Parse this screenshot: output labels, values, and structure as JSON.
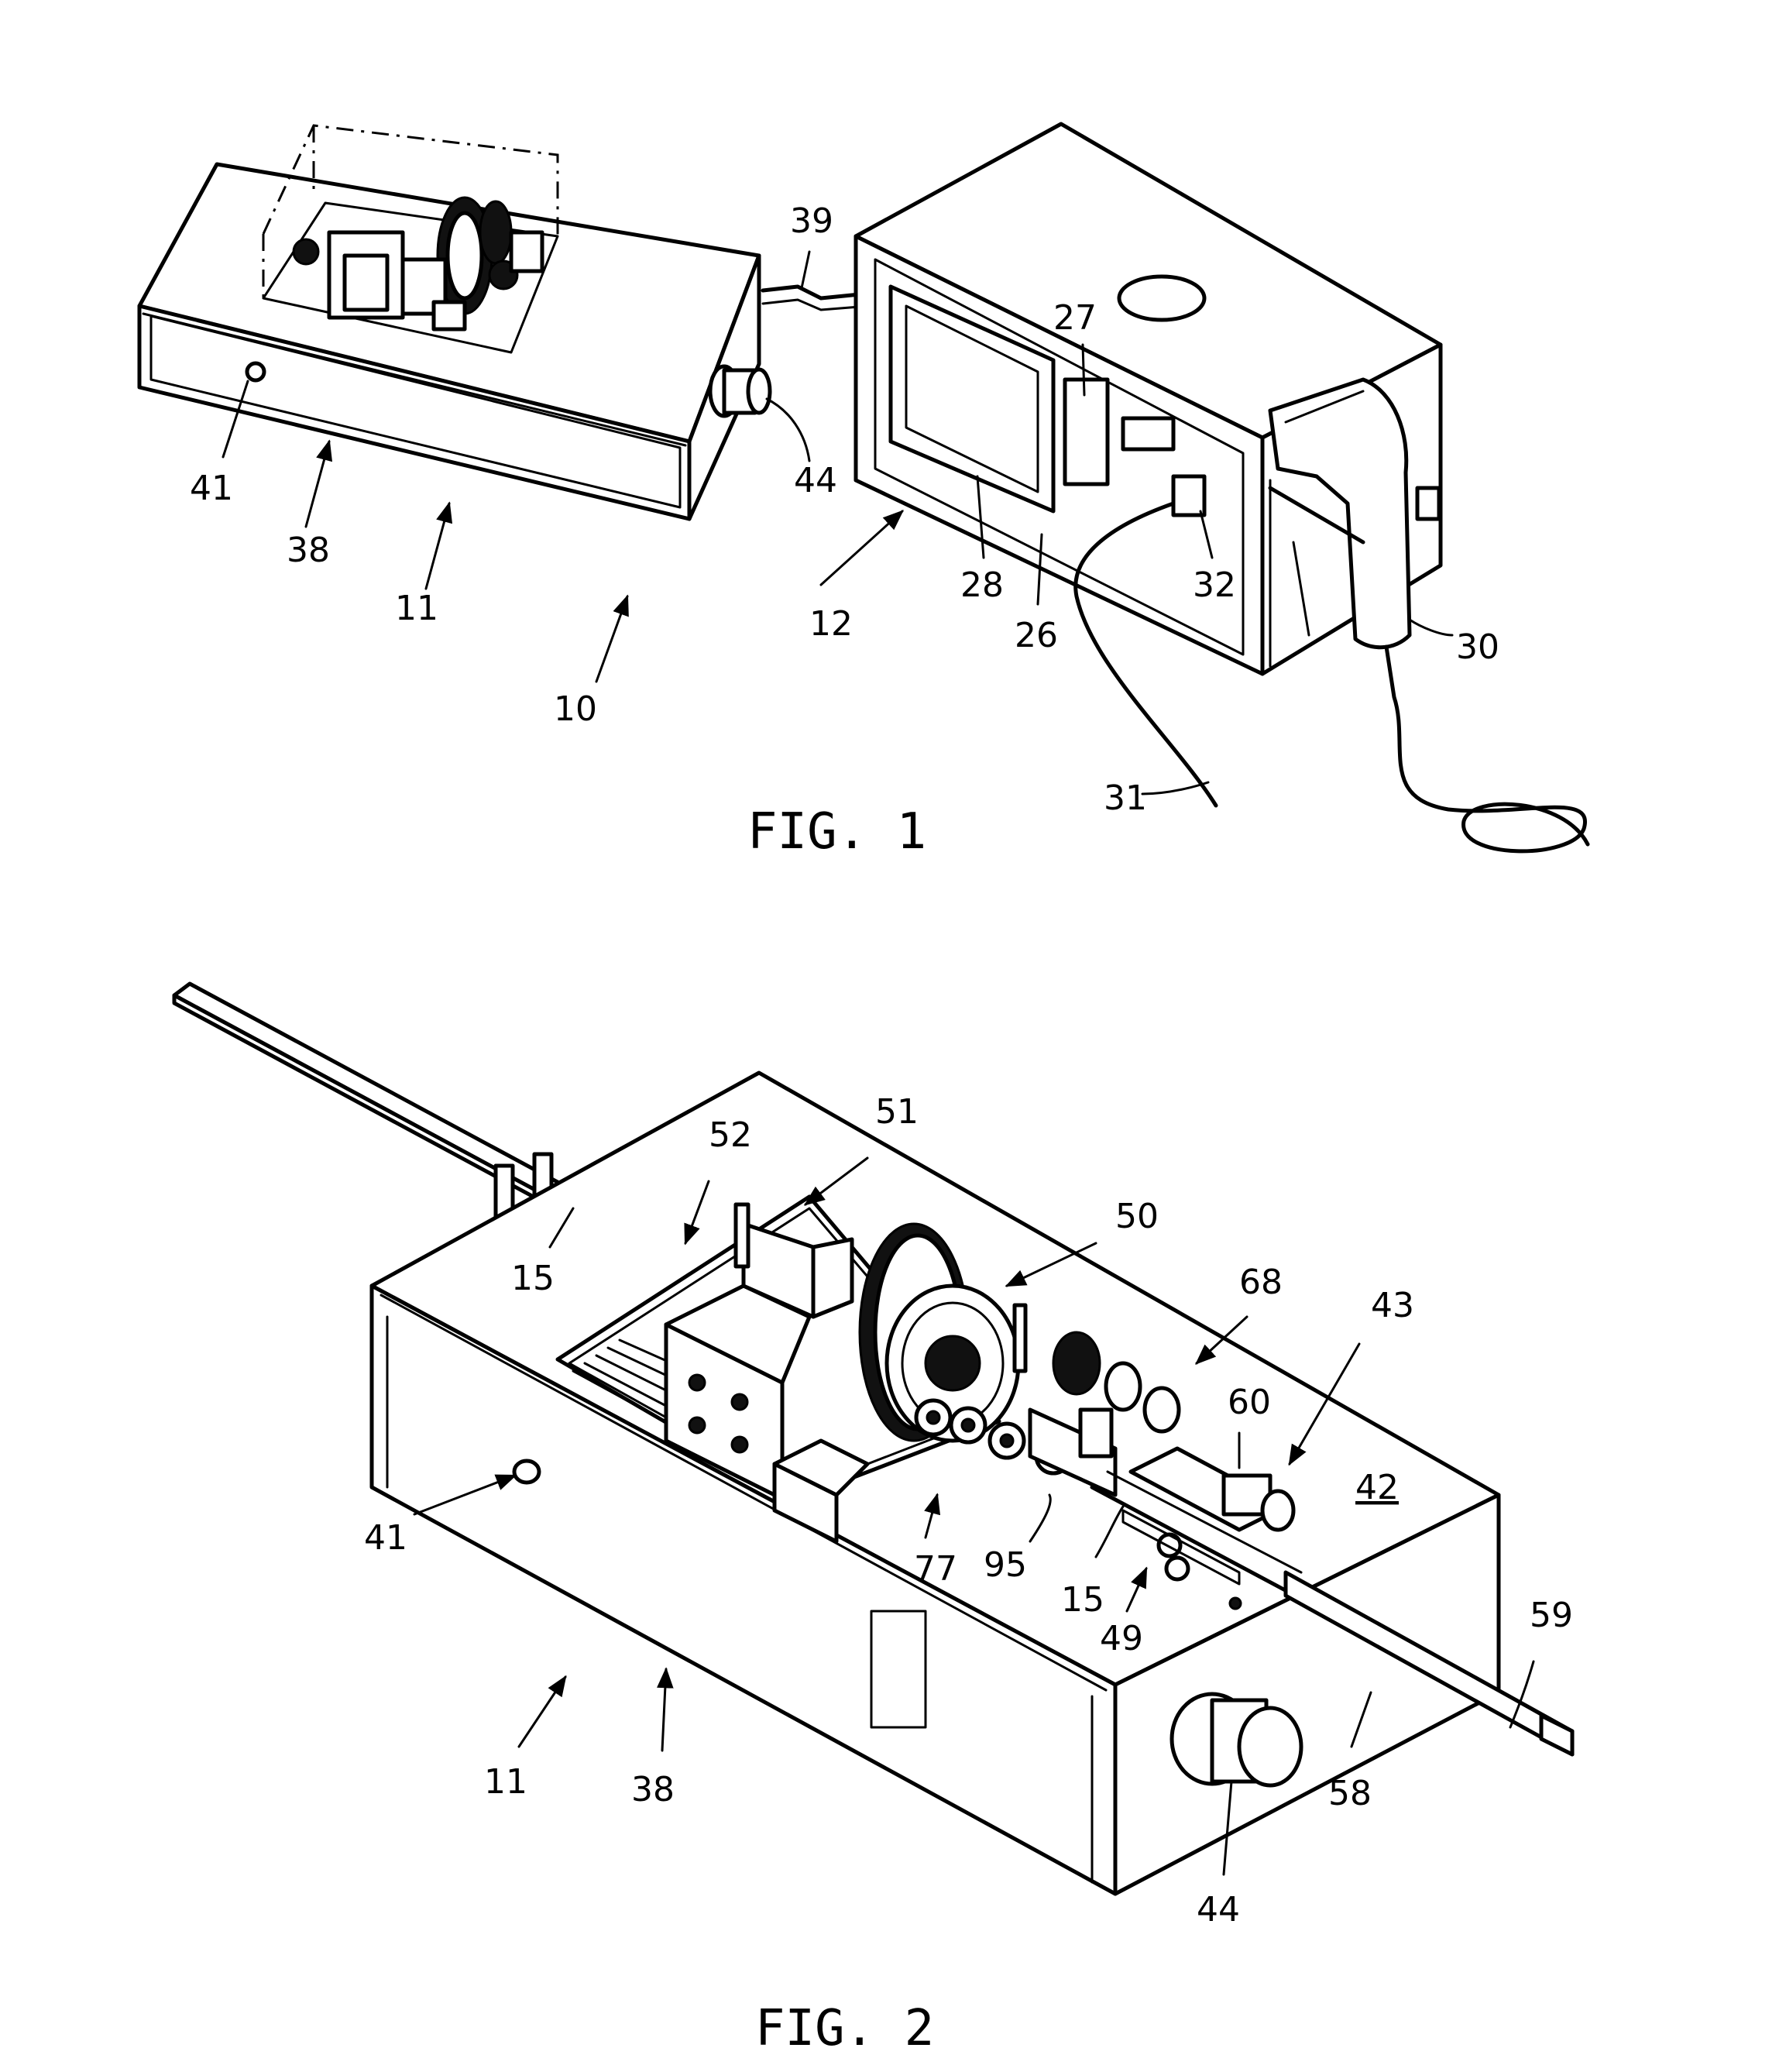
{
  "figures": [
    {
      "caption": "FIG. 1",
      "reference_numerals": [
        "10",
        "11",
        "12",
        "26",
        "27",
        "28",
        "30",
        "31",
        "32",
        "38",
        "39",
        "41",
        "44"
      ]
    },
    {
      "caption": "FIG. 2",
      "reference_numerals": [
        "11",
        "15",
        "15",
        "38",
        "41",
        "42",
        "43",
        "44",
        "49",
        "50",
        "51",
        "52",
        "58",
        "59",
        "60",
        "68",
        "77",
        "95"
      ]
    }
  ],
  "fig1": {
    "caption": "FIG. 1",
    "labels": {
      "l10": "10",
      "l11": "11",
      "l12": "12",
      "l26": "26",
      "l27": "27",
      "l28": "28",
      "l30": "30",
      "l31": "31",
      "l32": "32",
      "l38": "38",
      "l39": "39",
      "l41": "41",
      "l44": "44"
    }
  },
  "fig2": {
    "caption": "FIG. 2",
    "labels": {
      "l11": "11",
      "l15a": "15",
      "l15b": "15",
      "l38": "38",
      "l41": "41",
      "l42": "42",
      "l43": "43",
      "l44": "44",
      "l49": "49",
      "l50": "50",
      "l51": "51",
      "l52": "52",
      "l58": "58",
      "l59": "59",
      "l60": "60",
      "l68": "68",
      "l77": "77",
      "l95": "95"
    }
  },
  "style": {
    "ink": "#000000",
    "paper": "#ffffff"
  }
}
